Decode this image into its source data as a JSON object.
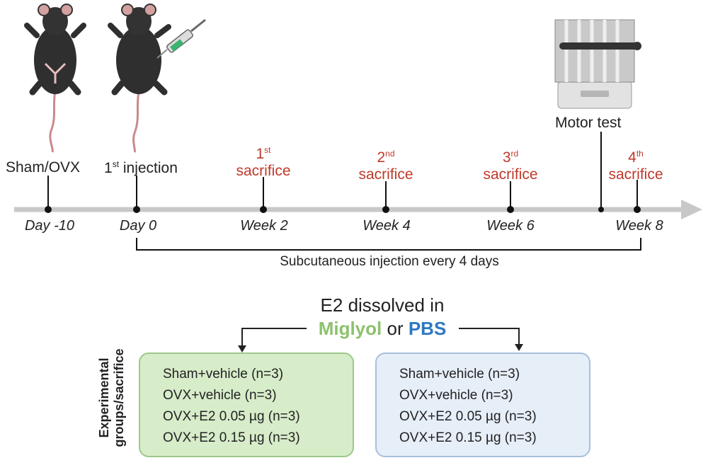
{
  "timeline": {
    "events": {
      "sham_ovx": "Sham/OVX",
      "injection_prefix": "1",
      "injection_sup": "st",
      "injection_suffix": " injection",
      "motor_test": "Motor test"
    },
    "sacrifices": [
      {
        "ordinal": "1",
        "sup": "st",
        "label": "sacrifice"
      },
      {
        "ordinal": "2",
        "sup": "nd",
        "label": "sacrifice"
      },
      {
        "ordinal": "3",
        "sup": "rd",
        "label": "sacrifice"
      },
      {
        "ordinal": "4",
        "sup": "th",
        "label": "sacrifice"
      }
    ],
    "ticks": [
      "Day -10",
      "Day 0",
      "Week 2",
      "Week 4",
      "Week 6",
      "Week 8"
    ],
    "bracket_label": "Subcutaneous injection every 4 days"
  },
  "vehicle": {
    "title": "E2 dissolved in",
    "option_a": "Miglyol",
    "connector": "or",
    "option_b": "PBS",
    "colors": {
      "miglyol": "#8cc26d",
      "pbs": "#2e78c2",
      "sacrifice": "#c0392b",
      "axis": "#c8c8c8"
    }
  },
  "groups": {
    "side_label_line1": "Experimental",
    "side_label_line2": "groups/sacrifice",
    "miglyol": [
      "Sham+vehicle (n=3)",
      "OVX+vehicle (n=3)",
      "OVX+E2 0.05 µg (n=3)",
      "OVX+E2 0.15 µg (n=3)"
    ],
    "pbs": [
      "Sham+vehicle (n=3)",
      "OVX+vehicle (n=3)",
      "OVX+E2 0.05 µg (n=3)",
      "OVX+E2 0.15 µg (n=3)"
    ]
  },
  "illustrations": [
    "mouse-ovx-icon",
    "mouse-injection-icon",
    "syringe-icon",
    "rotarod-icon"
  ]
}
